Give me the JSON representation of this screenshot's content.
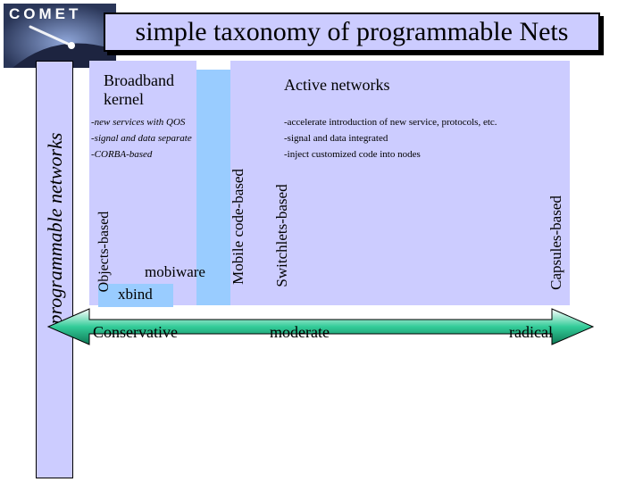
{
  "logo": {
    "word": "COMET"
  },
  "title": "simple taxonomy of programmable Nets",
  "side_label": "programmable networks",
  "broadband": {
    "title": "Broadband kernel",
    "bullets": [
      "-new services with QOS",
      "-signal and data separate",
      "-CORBA-based"
    ]
  },
  "active": {
    "title": "Active networks",
    "bullets": [
      "-accelerate introduction of new service, protocols, etc.",
      "-signal and data integrated",
      "-inject customized code into nodes"
    ]
  },
  "categories": {
    "objects": "Objects-based",
    "mobile": "Mobile code-based",
    "switchlets": "Switchlets-based",
    "capsules": "Capsules-based"
  },
  "examples": {
    "mobiware": "mobiware",
    "xbind": "xbind"
  },
  "scale": {
    "conservative": "Conservative",
    "moderate": "moderate",
    "radical": "radical"
  },
  "colors": {
    "lavender": "#ccccff",
    "light_blue": "#99ccff",
    "arrow_green": "#33cc99",
    "logo_bg": "#2a3658"
  }
}
